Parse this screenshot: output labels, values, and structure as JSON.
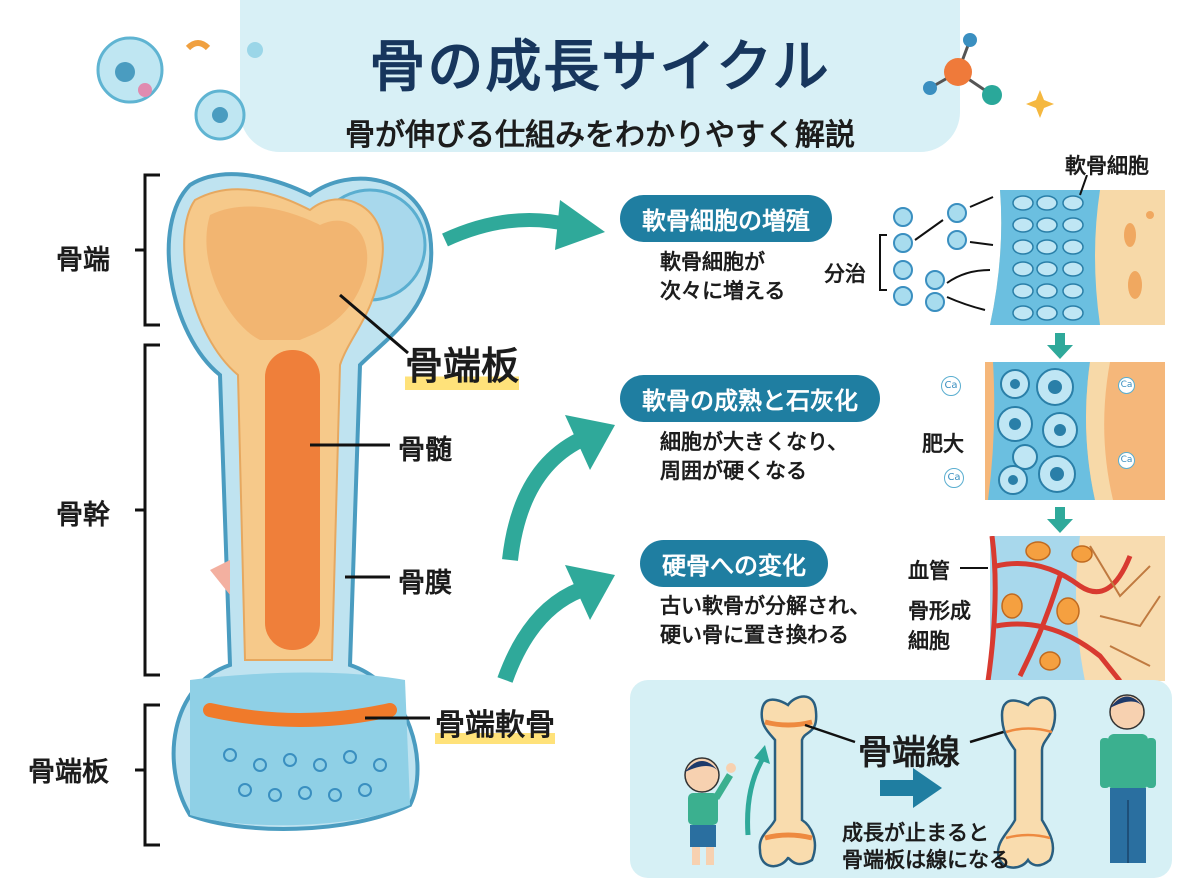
{
  "header": {
    "title": "骨の成長サイクル",
    "subtitle": "骨が伸びる仕組みをわかりやすく解説"
  },
  "bone_labels": {
    "epiphysis": "骨端",
    "diaphysis": "骨幹",
    "growth_plate_side": "骨端板",
    "growth_plate": "骨端板",
    "marrow": "骨髄",
    "periosteum": "骨膜",
    "epiphyseal_cartilage": "骨端軟骨"
  },
  "steps": [
    {
      "title": "軟骨細胞の増殖",
      "desc": [
        "軟骨細胞が",
        "次々に増える"
      ],
      "side": "分治",
      "callout": "軟骨細胞"
    },
    {
      "title": "軟骨の成熟と石灰化",
      "desc": [
        "細胞が大きくなり、",
        "周囲が硬くなる"
      ],
      "side": "肥大",
      "ions": [
        "Ca",
        "Ca",
        "Ca",
        "Ca"
      ]
    },
    {
      "title": "硬骨への変化",
      "desc": [
        "古い軟骨が分解され、",
        "硬い骨に置き換わる"
      ],
      "side": [
        "血管",
        "骨形成",
        "細胞"
      ]
    }
  ],
  "bottom": {
    "line_label": "骨端線",
    "note": [
      "成長が止まると",
      "骨端板は線になる"
    ]
  },
  "colors": {
    "title": "#17365d",
    "pill": "#1f7ea1",
    "arrow": "#2fa99a",
    "bone": "#f8d9a8",
    "cartilage": "#8fd0e6"
  }
}
